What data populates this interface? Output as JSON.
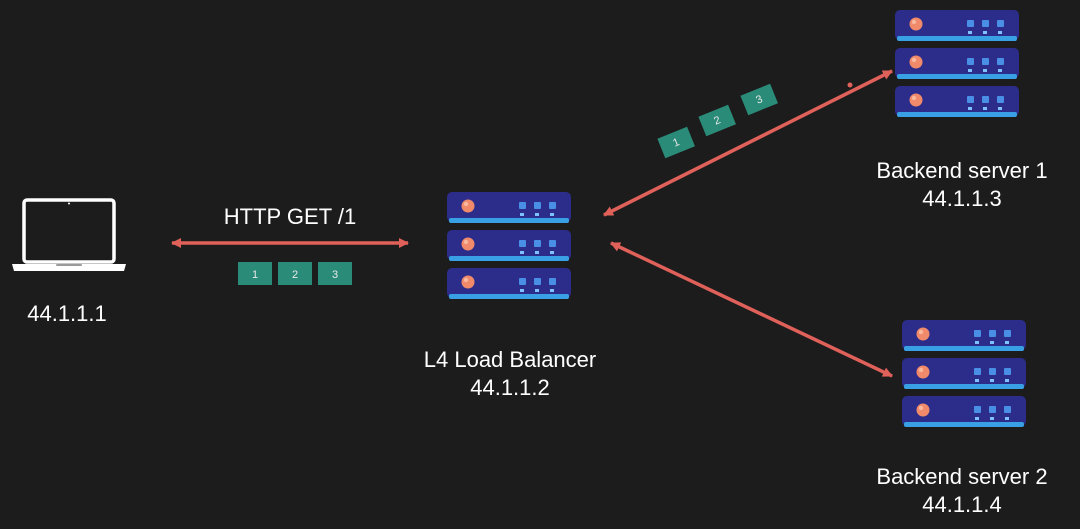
{
  "client": {
    "ip": "44.1.1.1"
  },
  "request": {
    "label": "HTTP GET /1",
    "packets": [
      "1",
      "2",
      "3"
    ]
  },
  "load_balancer": {
    "name": "L4 Load Balancer",
    "ip": "44.1.1.2"
  },
  "backend_1": {
    "name": "Backend server 1",
    "ip": "44.1.1.3",
    "packets": [
      "1",
      "2",
      "3"
    ]
  },
  "backend_2": {
    "name": "Backend server 2",
    "ip": "44.1.1.4"
  },
  "colors": {
    "background": "#1c1c1c",
    "arrow": "#e0605a",
    "packet": "#2a8c78",
    "server_body": "#2c2d8a",
    "server_base": "#3aa0e6",
    "server_led": "#f08a6a"
  }
}
